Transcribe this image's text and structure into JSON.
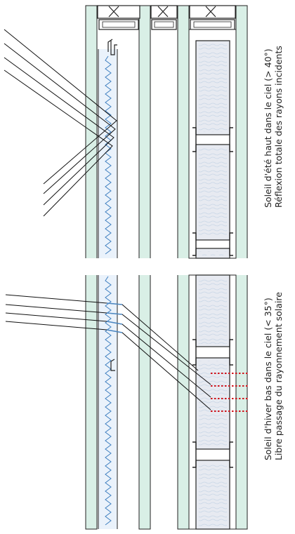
{
  "captions": {
    "summer_line1": "Soleil d'été haut dans le ciel (> 40°)",
    "summer_line2": "Réflexion totale des rayons incidents",
    "winter_line1": "Soleil d'hiver bas dans le ciel (< 35°)",
    "winter_line2": "Libre passage du rayonnement solaire"
  },
  "colors": {
    "glass": "#d9efe6",
    "prism": "#eaf2fb",
    "line": "#111111",
    "refraction": "#4b87c2",
    "transmitted": "#d0141c"
  }
}
